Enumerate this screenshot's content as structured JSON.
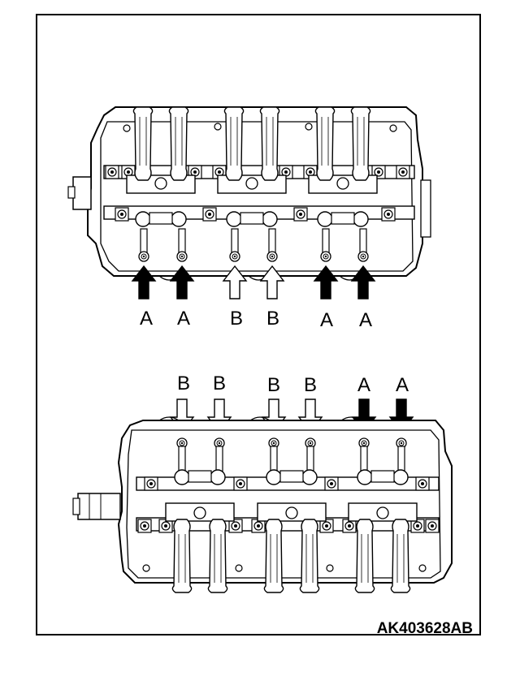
{
  "figure_code": "AK403628AB",
  "top_view": {
    "labels": [
      "A",
      "A",
      "B",
      "B",
      "A",
      "A"
    ]
  },
  "bottom_view": {
    "labels": [
      "B",
      "B",
      "B",
      "B",
      "A",
      "A"
    ]
  },
  "legend_semantics": {
    "A": "solid-black-arrow",
    "B": "hollow-white-arrow"
  },
  "colors": {
    "line": "#000000",
    "background": "#ffffff",
    "arrow_a_fill": "#000000",
    "arrow_b_fill": "#ffffff"
  }
}
